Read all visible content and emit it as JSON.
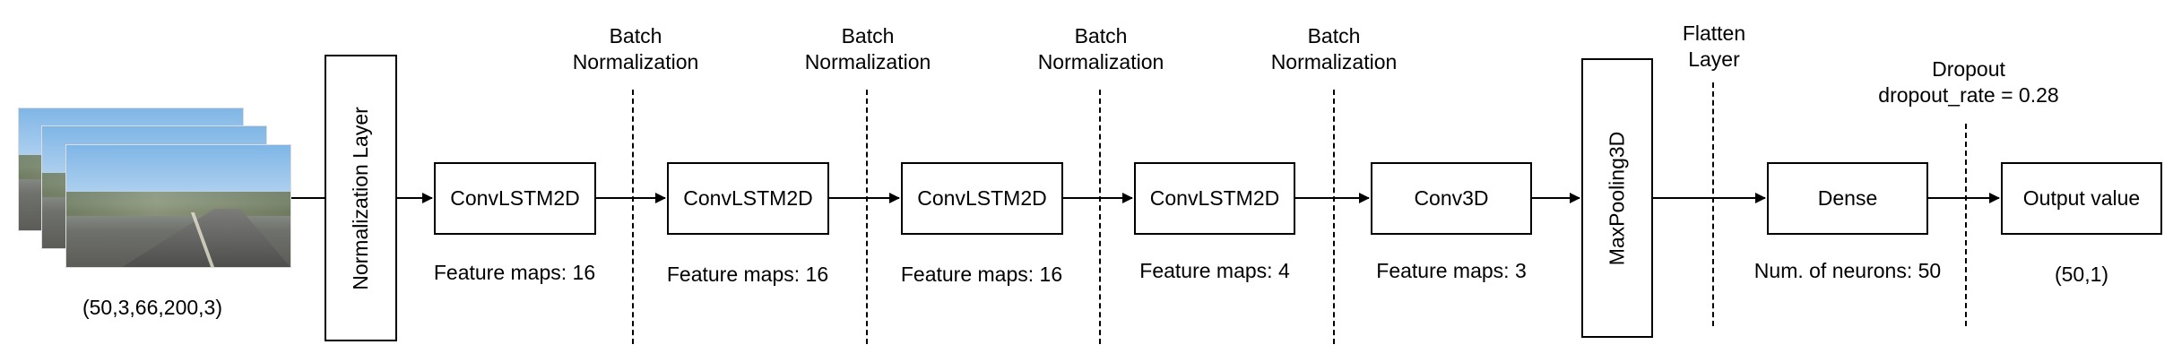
{
  "input": {
    "label": "(50,3,66,200,3)"
  },
  "normalization": {
    "label": "Normalization Layer"
  },
  "convlstm": [
    {
      "label": "ConvLSTM2D",
      "feature": "Feature maps: 16"
    },
    {
      "label": "ConvLSTM2D",
      "feature": "Feature maps: 16"
    },
    {
      "label": "ConvLSTM2D",
      "feature": "Feature maps: 16"
    },
    {
      "label": "ConvLSTM2D",
      "feature": "Feature maps: 4"
    }
  ],
  "batchnorm": [
    {
      "line1": "Batch",
      "line2": "Normalization"
    },
    {
      "line1": "Batch",
      "line2": "Normalization"
    },
    {
      "line1": "Batch",
      "line2": "Normalization"
    },
    {
      "line1": "Batch",
      "line2": "Normalization"
    }
  ],
  "conv3d": {
    "label": "Conv3D",
    "feature": "Feature maps: 3"
  },
  "maxpool": {
    "label": "MaxPooling3D"
  },
  "flatten": {
    "line1": "Flatten",
    "line2": "Layer"
  },
  "dense": {
    "label": "Dense",
    "feature": "Num. of neurons: 50"
  },
  "dropout": {
    "line1": "Dropout",
    "line2": "dropout_rate = 0.28"
  },
  "output": {
    "label": "Output value",
    "shape": "(50,1)"
  }
}
